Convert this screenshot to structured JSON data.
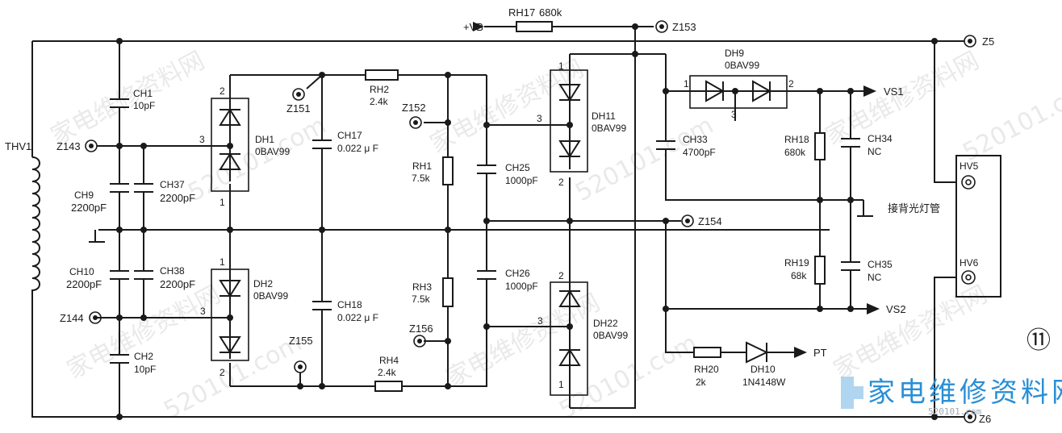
{
  "terminals": {
    "z143": "Z143",
    "z144": "Z144",
    "z151": "Z151",
    "z152": "Z152",
    "z153": "Z153",
    "z154": "Z154",
    "z155": "Z155",
    "z156": "Z156",
    "z5": "Z5",
    "z6": "Z6"
  },
  "transformer": {
    "name": "THV1"
  },
  "supply": {
    "vb": "+VB",
    "rh17_name": "RH17",
    "rh17_value": "680k"
  },
  "capacitors": {
    "ch1_name": "CH1",
    "ch1_value": "10pF",
    "ch9_name": "CH9",
    "ch9_value": "2200pF",
    "ch37_name": "CH37",
    "ch37_value": "2200pF",
    "ch10_name": "CH10",
    "ch10_value": "2200pF",
    "ch38_name": "CH38",
    "ch38_value": "2200pF",
    "ch2_name": "CH2",
    "ch2_value": "10pF",
    "ch17_name": "CH17",
    "ch17_value": "0.022 μ F",
    "ch18_name": "CH18",
    "ch18_value": "0.022 μ F",
    "ch25_name": "CH25",
    "ch25_value": "1000pF",
    "ch26_name": "CH26",
    "ch26_value": "1000pF",
    "ch33_name": "CH33",
    "ch33_value": "4700pF",
    "ch34_name": "CH34",
    "ch34_value": "NC",
    "ch35_name": "CH35",
    "ch35_value": "NC"
  },
  "resistors": {
    "rh2_name": "RH2",
    "rh2_value": "2.4k",
    "rh1_name": "RH1",
    "rh1_value": "7.5k",
    "rh3_name": "RH3",
    "rh3_value": "7.5k",
    "rh4_name": "RH4",
    "rh4_value": "2.4k",
    "rh18_name": "RH18",
    "rh18_value": "680k",
    "rh19_name": "RH19",
    "rh19_value": "68k",
    "rh20_name": "RH20",
    "rh20_value": "2k"
  },
  "diodes": {
    "dh1_name": "DH1",
    "dh1_part": "0BAV99",
    "dh2_name": "DH2",
    "dh2_part": "0BAV99",
    "dh11_name": "DH11",
    "dh11_part": "0BAV99",
    "dh22_name": "DH22",
    "dh22_part": "0BAV99",
    "dh9_name": "DH9",
    "dh9_part": "0BAV99",
    "dh10_name": "DH10",
    "dh10_part": "1N4148W"
  },
  "pins": {
    "p1": "1",
    "p2": "2",
    "p3": "3"
  },
  "outputs": {
    "vs1": "VS1",
    "vs2": "VS2",
    "pt": "PT"
  },
  "connector": {
    "hv5": "HV5",
    "hv6": "HV6",
    "label": "接背光灯管"
  },
  "figure_number": "⑪",
  "watermark": {
    "cn": "家电维修资料网",
    "url": "520101.com"
  },
  "logo": {
    "text": "家电维修资料网",
    "url": "520101.com"
  }
}
